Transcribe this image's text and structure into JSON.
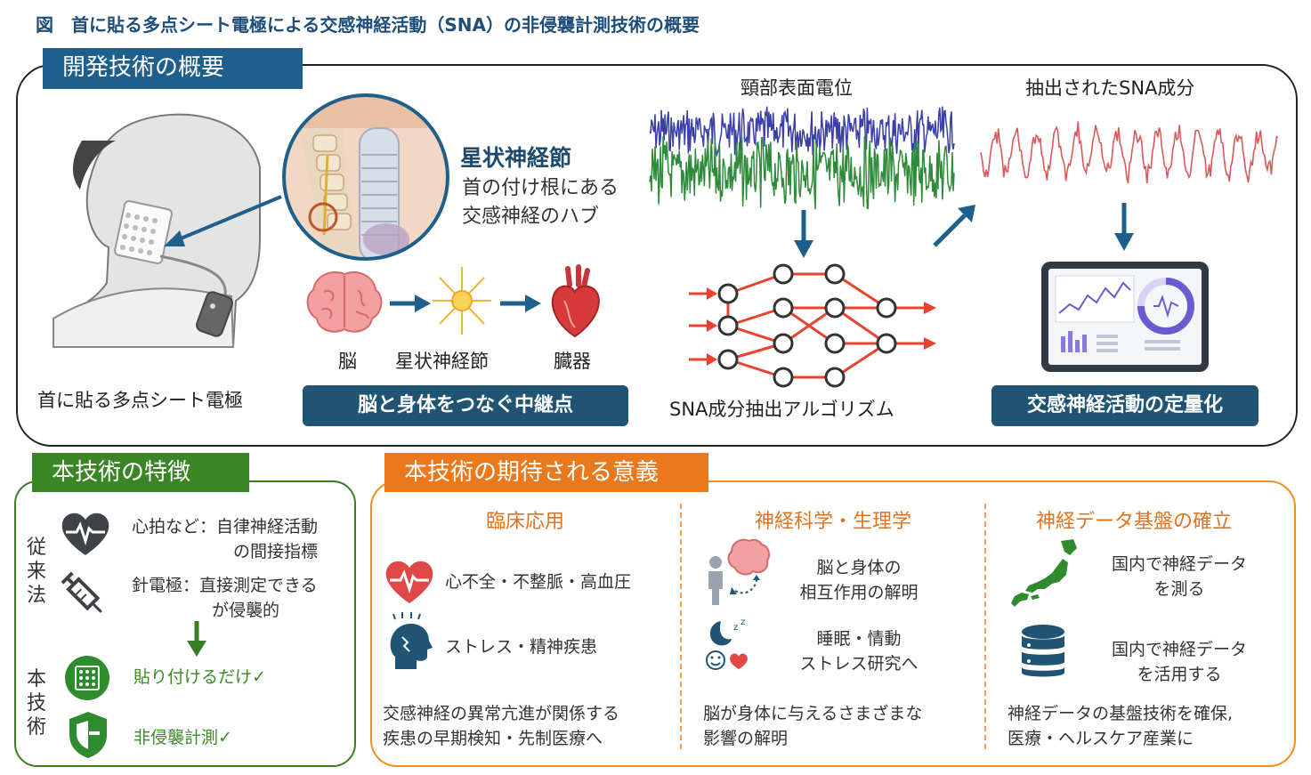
{
  "title": "図　首に貼る多点シート電極による交感神経活動（SNA）の非侵襲計測技術の概要",
  "overview": {
    "tag": "開発技術の概要",
    "electrode_label": "首に貼る多点シート電極",
    "ganglion_title": "星状神経節",
    "ganglion_desc1": "首の付け根にある",
    "ganglion_desc2": "交感神経のハブ",
    "flow": {
      "brain": "脳",
      "ganglion": "星状神経節",
      "organ": "臓器"
    },
    "relay_pill": "脳と身体をつなぐ中継点",
    "surface_label": "頸部表面電位",
    "extracted_label": "抽出されたSNA成分",
    "algorithm_label": "SNA成分抽出アルゴリズム",
    "quant_pill": "交感神経活動の定量化",
    "colors": {
      "wave_blue": "#3b3fa8",
      "wave_green": "#2f8a3a",
      "wave_red": "#d95a5a",
      "net_red": "#e8432e",
      "arrow": "#1f5f8b"
    },
    "icons": [
      "woman-neck-illustration",
      "neck-anatomy-icon",
      "brain-icon",
      "ganglion-star-icon",
      "heart-organ-icon",
      "neural-network-icon",
      "tablet-dashboard-icon"
    ]
  },
  "features": {
    "tag": "本技術の特徴",
    "conventional_label": "従来法",
    "heart_text1": "心拍など：自律神経活動",
    "heart_text2": "の間接指標",
    "needle_text1": "針電極：直接測定できる",
    "needle_text2": "が侵襲的",
    "this_label": "本技術",
    "sticker_text": "貼り付けるだけ✓",
    "noninvasive_text": "非侵襲計測✓",
    "icons": [
      "heartbeat-icon",
      "syringe-icon",
      "grid-electrode-icon",
      "shield-icon"
    ]
  },
  "significance": {
    "tag": "本技術の期待される意義",
    "clinical": {
      "head": "臨床応用",
      "item1": "心不全・不整脈・高血圧",
      "item2": "ストレス・精神疾患",
      "foot1": "交感神経の異常亢進が関係する",
      "foot2": "疾患の早期検知・先制医療へ"
    },
    "neuro": {
      "head": "神経科学・生理学",
      "item1a": "脳と身体の",
      "item1b": "相互作用の解明",
      "item2a": "睡眠・情動",
      "item2b": "ストレス研究へ",
      "foot1": "脳が身体に与えるさまざまな",
      "foot2": "影響の解明"
    },
    "data": {
      "head": "神経データ基盤の確立",
      "item1a": "国内で神経データ",
      "item1b": "を測る",
      "item2a": "国内で神経データ",
      "item2b": "を活用する",
      "foot1": "神経データの基盤技術を確保,",
      "foot2": "医療・ヘルスケア産業に"
    }
  }
}
